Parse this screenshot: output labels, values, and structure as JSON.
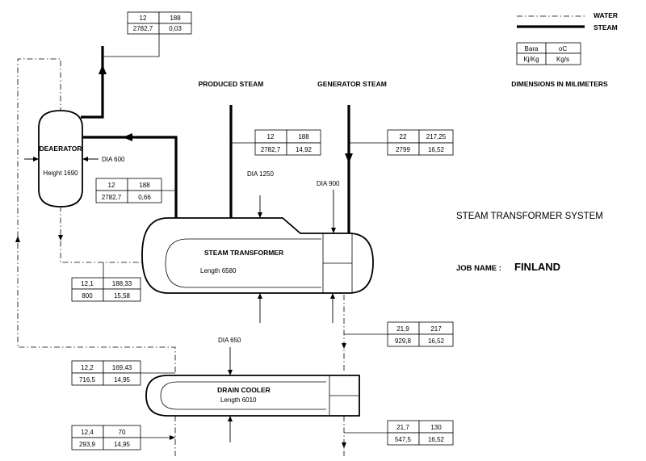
{
  "legend": {
    "water": "WATER",
    "steam": "STEAM",
    "units": {
      "pressure": "Bara",
      "temperature": "oC",
      "enthalpy": "Kj/Kg",
      "flow": "Kg/s"
    }
  },
  "headers": {
    "produced_steam": "PRODUCED STEAM",
    "generator_steam": "GENERATOR STEAM",
    "dimensions": "DIMENSIONS IN MILIMETERS"
  },
  "title": "STEAM TRANSFORMER SYSTEM",
  "job": {
    "label": "JOB NAME :",
    "name": "FINLAND"
  },
  "vessels": {
    "deaerator": {
      "name": "DEAERATOR",
      "dimension": "Height 1690"
    },
    "steam_transformer": {
      "name": "STEAM TRANSFORMER",
      "dimension": "Length 6580"
    },
    "drain_cooler": {
      "name": "DRAIN COOLER",
      "dimension": "Length  6010"
    }
  },
  "dia": {
    "deaerator": "DIA 600",
    "steam_line": "DIA 1250",
    "generator_line": "DIA 900",
    "drain_cooler": "DIA 650"
  },
  "state_points": {
    "deaerator_outlet": {
      "p": "12",
      "t": "188",
      "h": "2782,7",
      "m": "0,03"
    },
    "deaerator_to_transformer": {
      "p": "12",
      "t": "188",
      "h": "2782,7",
      "m": "0,66"
    },
    "produced_steam": {
      "p": "12",
      "t": "188",
      "h": "2782,7",
      "m": "14,92"
    },
    "generator_steam": {
      "p": "22",
      "t": "217,25",
      "h": "2799",
      "m": "16,52"
    },
    "feed_to_transformer": {
      "p": "12,1",
      "t": "188,33",
      "h": "800",
      "m": "15,58"
    },
    "condensate_out": {
      "p": "21,9",
      "t": "217",
      "h": "929,8",
      "m": "16,52"
    },
    "feed_to_deaerator": {
      "p": "12,2",
      "t": "169,43",
      "h": "716,5",
      "m": "14,95"
    },
    "makeup_water": {
      "p": "12,4",
      "t": "70",
      "h": "293,9",
      "m": "14,95"
    },
    "drain_out": {
      "p": "21,7",
      "t": "130",
      "h": "547,5",
      "m": "16,52"
    }
  }
}
